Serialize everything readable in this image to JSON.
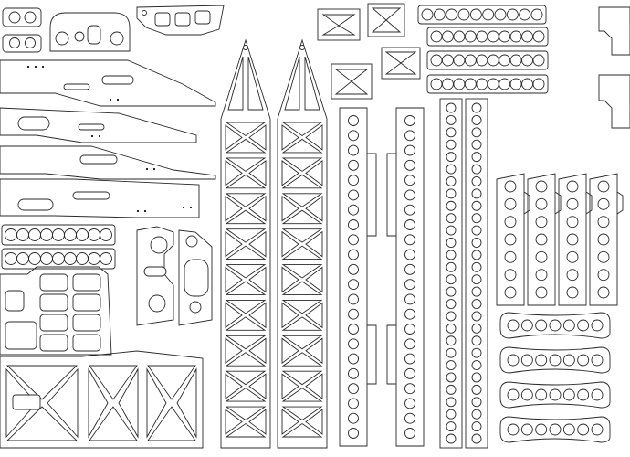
{
  "drawing": {
    "background_color": "#ffffff",
    "line_color": "#2a2a2a",
    "parts": [
      {
        "id": "small-hole-plate-1",
        "holes": 2
      },
      {
        "id": "small-hole-plate-2",
        "holes": 2
      },
      {
        "id": "double-spacer-plate",
        "holes": 4
      },
      {
        "id": "window-bracket",
        "holes": 4
      },
      {
        "id": "cross-brace-small-1",
        "holes": 0
      },
      {
        "id": "cross-brace-small-2",
        "holes": 0
      },
      {
        "id": "cross-brace-small-3",
        "holes": 0
      },
      {
        "id": "cross-brace-small-4",
        "holes": 0
      },
      {
        "id": "top-hole-bar-1",
        "holes": 10
      },
      {
        "id": "top-hole-bar-2",
        "holes": 10
      },
      {
        "id": "top-hole-bar-3",
        "holes": 10
      },
      {
        "id": "top-hole-bar-4",
        "holes": 10
      },
      {
        "id": "side-arm-1",
        "holes": 0
      },
      {
        "id": "side-arm-2",
        "holes": 0
      },
      {
        "id": "side-arm-3",
        "holes": 0
      },
      {
        "id": "side-arm-4",
        "holes": 0
      },
      {
        "id": "truss-column-1",
        "bays": 9
      },
      {
        "id": "truss-column-2",
        "bays": 9
      },
      {
        "id": "perforated-rail-1",
        "holes": 22
      },
      {
        "id": "perforated-rail-2",
        "holes": 22
      },
      {
        "id": "narrow-rail-1",
        "holes": 28
      },
      {
        "id": "narrow-rail-2",
        "holes": 28
      },
      {
        "id": "link-plate-1",
        "holes": 7
      },
      {
        "id": "link-plate-2",
        "holes": 7
      },
      {
        "id": "link-plate-3",
        "holes": 7
      },
      {
        "id": "link-plate-4",
        "holes": 7
      },
      {
        "id": "wing-plate-1",
        "holes": 7
      },
      {
        "id": "wing-plate-2",
        "holes": 7
      },
      {
        "id": "wing-plate-3",
        "holes": 7
      },
      {
        "id": "wing-plate-4",
        "holes": 7
      },
      {
        "id": "center-bracket-1",
        "holes": 3
      },
      {
        "id": "center-bracket-2",
        "holes": 3
      },
      {
        "id": "bottom-hole-bar-1",
        "holes": 9
      },
      {
        "id": "bottom-hole-bar-2",
        "holes": 9
      },
      {
        "id": "pocketed-base-plate",
        "holes": 0
      },
      {
        "id": "truss-floor-plate",
        "bays": 4
      },
      {
        "id": "corner-hook-1",
        "holes": 0
      },
      {
        "id": "corner-hook-2",
        "holes": 0
      }
    ]
  }
}
